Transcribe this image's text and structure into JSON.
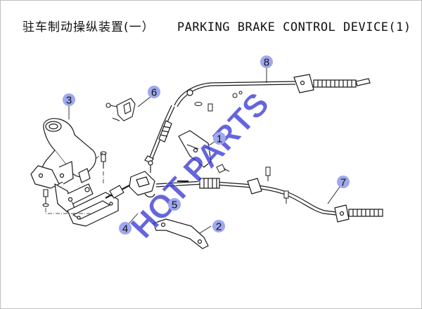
{
  "title": {
    "cn": "驻车制动操纵装置(一）",
    "en": "PARKING BRAKE CONTROL DEVICE(1)"
  },
  "callouts": [
    {
      "id": "1",
      "label": "1"
    },
    {
      "id": "2",
      "label": "2"
    },
    {
      "id": "3",
      "label": "3"
    },
    {
      "id": "4",
      "label": "4"
    },
    {
      "id": "5",
      "label": "5"
    },
    {
      "id": "6",
      "label": "6"
    },
    {
      "id": "7",
      "label": "7"
    },
    {
      "id": "8",
      "label": "8"
    }
  ],
  "watermark": {
    "text": "HOT PARTS",
    "color": "#3b3bd6"
  },
  "colors": {
    "badge_fill": "#9fa8ee",
    "line": "#1a1a1a"
  }
}
